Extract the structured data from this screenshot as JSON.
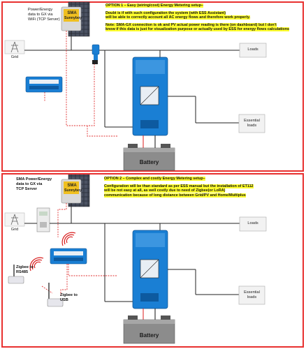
{
  "colors": {
    "border": "#e8302f",
    "accent": "#1a7fd4",
    "dashed": "#e03030",
    "highlight": "#ffff2e"
  },
  "top": {
    "sma_label_line1": "SMA",
    "sma_label_line2": "Sunnyboy",
    "gx_note_line1": "Power/Energy",
    "gx_note_line2": "data to GX via",
    "gx_note_line3": "WiFi (TCP Server)",
    "grid_label": "Grid",
    "loads_label": "Loads",
    "essential_label_line1": "Essential",
    "essential_label_line2": "loads",
    "battery_label": "Battery",
    "option_title": "OPTION 1 – Easy (wiring/cost) Energy Metering setup–",
    "note1_line1": "Doubt is if with such configuration the system (with ESS Assistant)",
    "note1_line2": "will be able to correctly account all AC energy flows and therefore work properly.",
    "note2_line1": "Note: SMA-GX connection is ok and PV actual power reading is there (on dashboard) but I don't",
    "note2_line2": "know if this data is just for visualization purpose or actually used by ESS for energy flows calculations"
  },
  "bottom": {
    "sma_label_line1": "SMA",
    "sma_label_line2": "Sunnyboy",
    "gx_note_line1": "SMA Power/Energy",
    "gx_note_line2": "data to GX via",
    "gx_note_line3": "TCP Server",
    "grid_label": "Grid",
    "loads_label": "Loads",
    "essential_label_line1": "Essential",
    "essential_label_line2": "loads",
    "battery_label": "Battery",
    "zigbee_rs485_line1": "Zigbee to",
    "zigbee_rs485_line2": "RS485",
    "zigbee_usb_line1": "Zigbee to",
    "zigbee_usb_line2": "USB",
    "option_title": "OPTION 2 – Complex and costly Energy Metering setup–",
    "note_line1": "Configuration will be than standard as per ESS manual but the installation of ET112",
    "note_line2": "will be not easy at all, as well costly due to need of Zigbee(or LoRA)",
    "note_line3": "communication because of long distance between Grid/PV and Home/Multiplus"
  }
}
